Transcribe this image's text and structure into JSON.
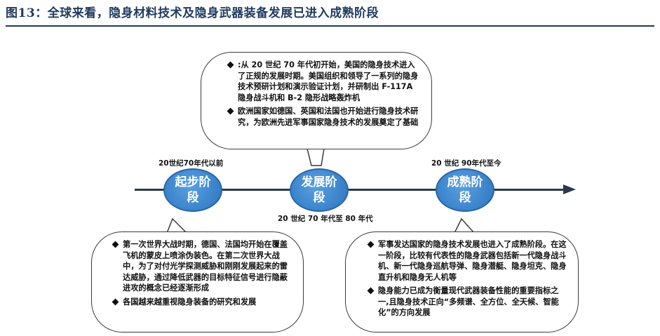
{
  "title": "图13：全球来看，隐身材料技术及隐身武器装备发展已进入成熟阶段",
  "stages": [
    {
      "label": "起步阶段",
      "period": "20世纪70年代以前"
    },
    {
      "label": "发展阶段",
      "period": "20 世纪 70 年代至 80 年代"
    },
    {
      "label": "成熟阶段",
      "period": "20 世纪 90年代至今"
    }
  ],
  "bubbles": {
    "early": [
      "第一次世界大战时期，德国、法国均开始在覆盖飞机的蒙皮上喷涂伪装色。在第二次世界大战中，为了对付光学探测威胁和刚刚发展起来的雷达威胁，通过降低武器的目标特征信号进行隐蔽进攻的概念已经逐渐形成",
      "各国越来越重视隐身装备的研究和发展"
    ],
    "development": [
      ":从 20 世纪 70 年代初开始，美国的隐身技术进入了正规的发展时期。美国组织和领导了一系列的隐身技术预研计划和演示验证计划，并研制出 F-117A 隐身战斗机和 B-2 隐形战略轰炸机",
      "欧洲国家如德国、英国和法国也开始进行隐身技术研究，为欧洲先进军事国家隐身技术的发展奠定了基础"
    ],
    "mature": [
      "军事发达国家的隐身技术发展也进入了成熟阶段。在这一阶段，比较有代表性的隐身武器包括新一代隐身战斗机、新一代隐身巡航导弹、隐身潜艇、隐身坦克、隐身直升机和隐身无人机等",
      "隐身能力已成为衡量现代武器装备性能的重要指标之一,且隐身技术正向“多频谱、全方位、全天候、智能化”的方向发展"
    ]
  }
}
